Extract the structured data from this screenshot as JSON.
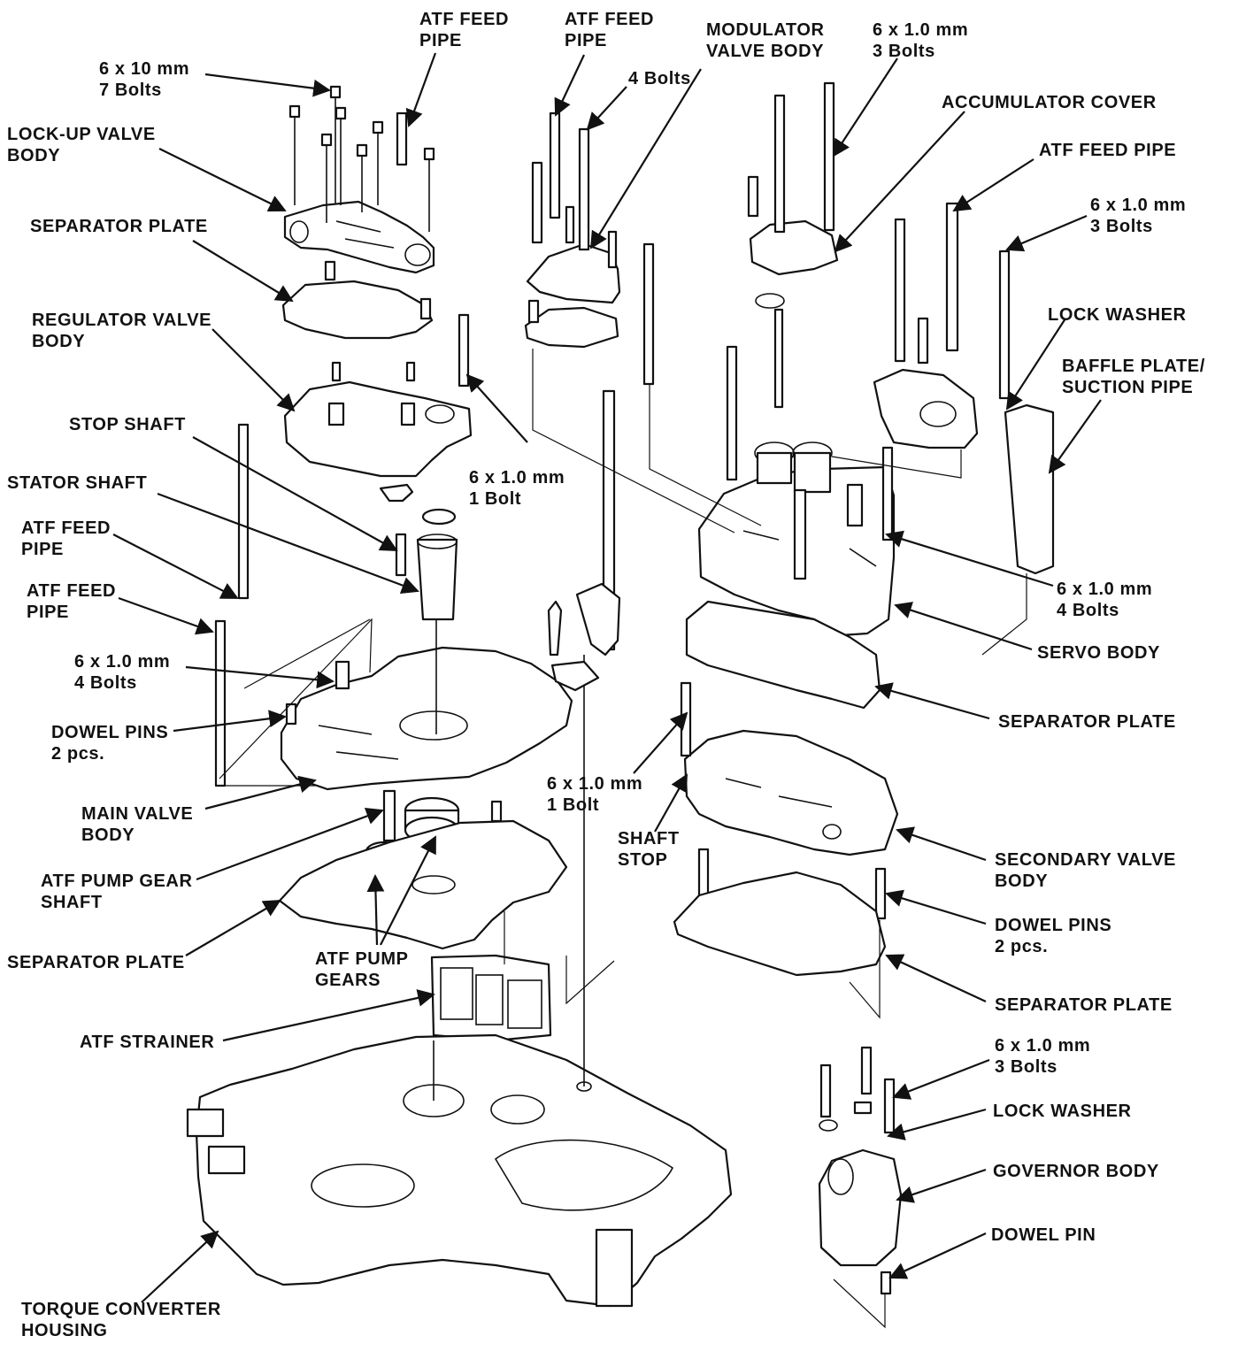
{
  "labels": {
    "atf_feed_pipe_top1": [
      "ATF FEED",
      "PIPE"
    ],
    "bolts_6x10_7": [
      "6 x 10 mm",
      "7 Bolts"
    ],
    "lockup_valve_body": [
      "LOCK-UP VALVE",
      "BODY"
    ],
    "separator_plate_1": [
      "SEPARATOR PLATE"
    ],
    "regulator_valve_body": [
      "REGULATOR VALVE",
      "BODY"
    ],
    "stop_shaft": [
      "STOP SHAFT"
    ],
    "stator_shaft": [
      "STATOR SHAFT"
    ],
    "atf_feed_pipe_left1": [
      "ATF FEED",
      "PIPE"
    ],
    "atf_feed_pipe_left2": [
      "ATF FEED",
      "PIPE"
    ],
    "bolts_6x1_4_left": [
      "6 x 1.0 mm",
      "4 Bolts"
    ],
    "dowel_pins_left": [
      "DOWEL PINS",
      "2 pcs."
    ],
    "main_valve_body": [
      "MAIN VALVE",
      "BODY"
    ],
    "atf_pump_gear_shaft": [
      "ATF PUMP GEAR",
      "SHAFT"
    ],
    "separator_plate_2": [
      "SEPARATOR PLATE"
    ],
    "atf_pump_gears": [
      "ATF PUMP",
      "GEARS"
    ],
    "atf_strainer": [
      "ATF STRAINER"
    ],
    "torque_converter_housing": [
      "TORQUE CONVERTER",
      "HOUSING"
    ],
    "atf_feed_pipe_top2": [
      "ATF FEED",
      "PIPE"
    ],
    "bolts_4": [
      "4 Bolts"
    ],
    "modulator_valve_body": [
      "MODULATOR",
      "VALVE BODY"
    ],
    "bolts_6x1_3_top": [
      "6 x 1.0 mm",
      "3 Bolts"
    ],
    "accumulator_cover": [
      "ACCUMULATOR COVER"
    ],
    "atf_feed_pipe_right": [
      "ATF FEED PIPE"
    ],
    "bolts_6x1_3_right": [
      "6 x 1.0 mm",
      "3 Bolts"
    ],
    "lock_washer_1": [
      "LOCK WASHER"
    ],
    "baffle_plate": [
      "BAFFLE PLATE/",
      "SUCTION PIPE"
    ],
    "bolt_6x1_1_mid": [
      "6 x 1.0 mm",
      "1 Bolt"
    ],
    "bolts_6x1_4_right": [
      "6 x 1.0 mm",
      "4 Bolts"
    ],
    "servo_body": [
      "SERVO BODY"
    ],
    "separator_plate_3": [
      "SEPARATOR PLATE"
    ],
    "bolt_6x1_1_low": [
      "6 x 1.0 mm",
      "1 Bolt"
    ],
    "shaft_stop": [
      "SHAFT",
      "STOP"
    ],
    "secondary_valve_body": [
      "SECONDARY VALVE",
      "BODY"
    ],
    "dowel_pins_right": [
      "DOWEL PINS",
      "2 pcs."
    ],
    "separator_plate_4": [
      "SEPARATOR PLATE"
    ],
    "bolts_6x1_3_gov": [
      "6 x 1.0 mm",
      "3 Bolts"
    ],
    "lock_washer_2": [
      "LOCK WASHER"
    ],
    "governor_body": [
      "GOVERNOR BODY"
    ],
    "dowel_pin": [
      "DOWEL PIN"
    ]
  }
}
